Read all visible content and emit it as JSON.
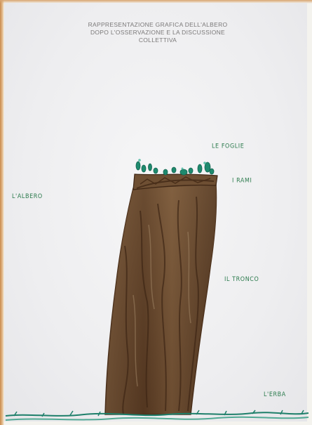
{
  "caption": {
    "line1": "RAPPRESENTAZIONE GRAFICA DELL'ALBERO",
    "line2": "DOPO L'OSSERVAZIONE E LA DISCUSSIONE",
    "line3": "COLLETTIVA"
  },
  "labels": {
    "foglie": "LE FOGLIE",
    "rami": "I RAMI",
    "albero": "L'ALBERO",
    "tronco": "IL TRONCO",
    "erba": "L'ERBA"
  },
  "colors": {
    "trunk": "#6b4a2e",
    "trunk_dark": "#4a2f1a",
    "leaves": "#1f8a6e",
    "grass": "#1e7f6a",
    "label_text": "#2a7a4c",
    "caption_text": "#7a7878"
  }
}
